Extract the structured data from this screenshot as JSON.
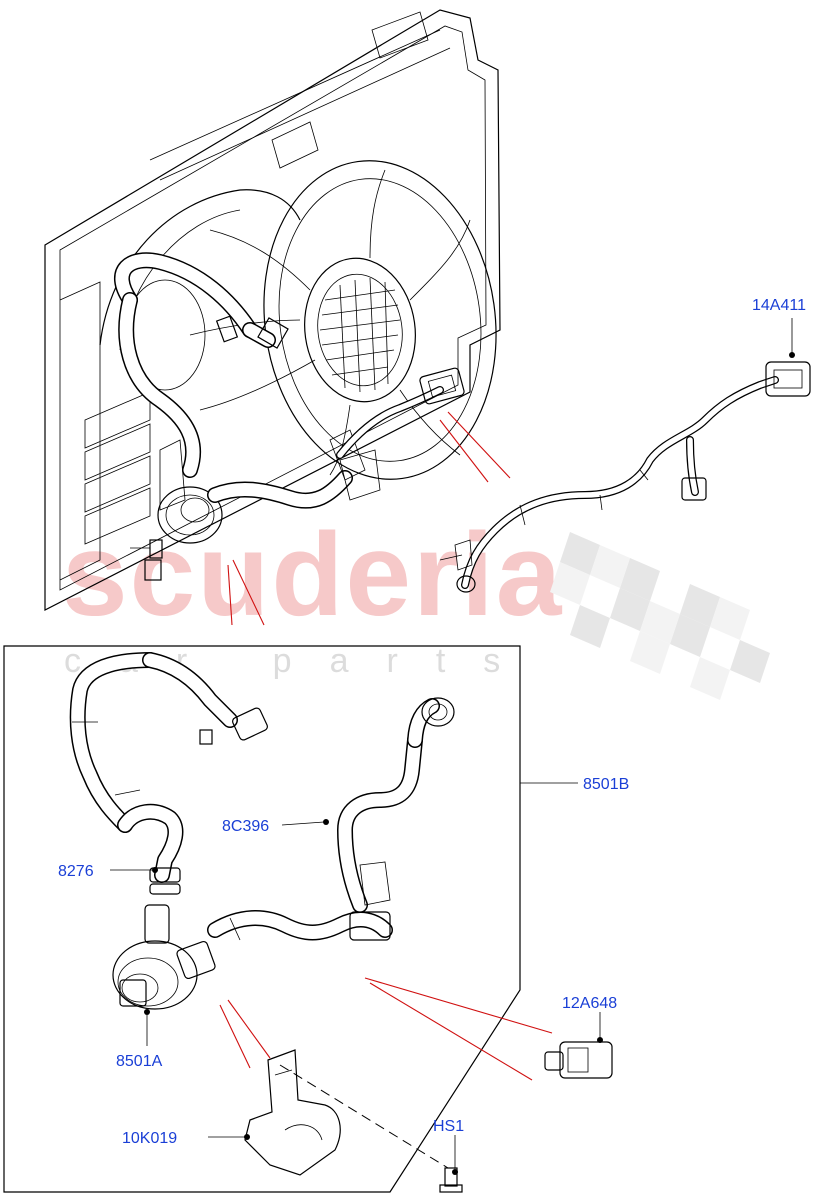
{
  "watermark": {
    "brand": "scuderia",
    "tagline": "car parts"
  },
  "callouts": [
    {
      "id": "14A411",
      "text": "14A411"
    },
    {
      "id": "8501B",
      "text": "8501B"
    },
    {
      "id": "8C396",
      "text": "8C396"
    },
    {
      "id": "8276",
      "text": "8276"
    },
    {
      "id": "8501A",
      "text": "8501A"
    },
    {
      "id": "12A648",
      "text": "12A648"
    },
    {
      "id": "HS1",
      "text": "HS1"
    },
    {
      "id": "10K019",
      "text": "10K019"
    }
  ],
  "colors": {
    "callout_text": "#1a3fd6",
    "reference_lines": "#d01010",
    "watermark_main": "#f6c9c9",
    "watermark_sub": "#dcdcdc"
  }
}
